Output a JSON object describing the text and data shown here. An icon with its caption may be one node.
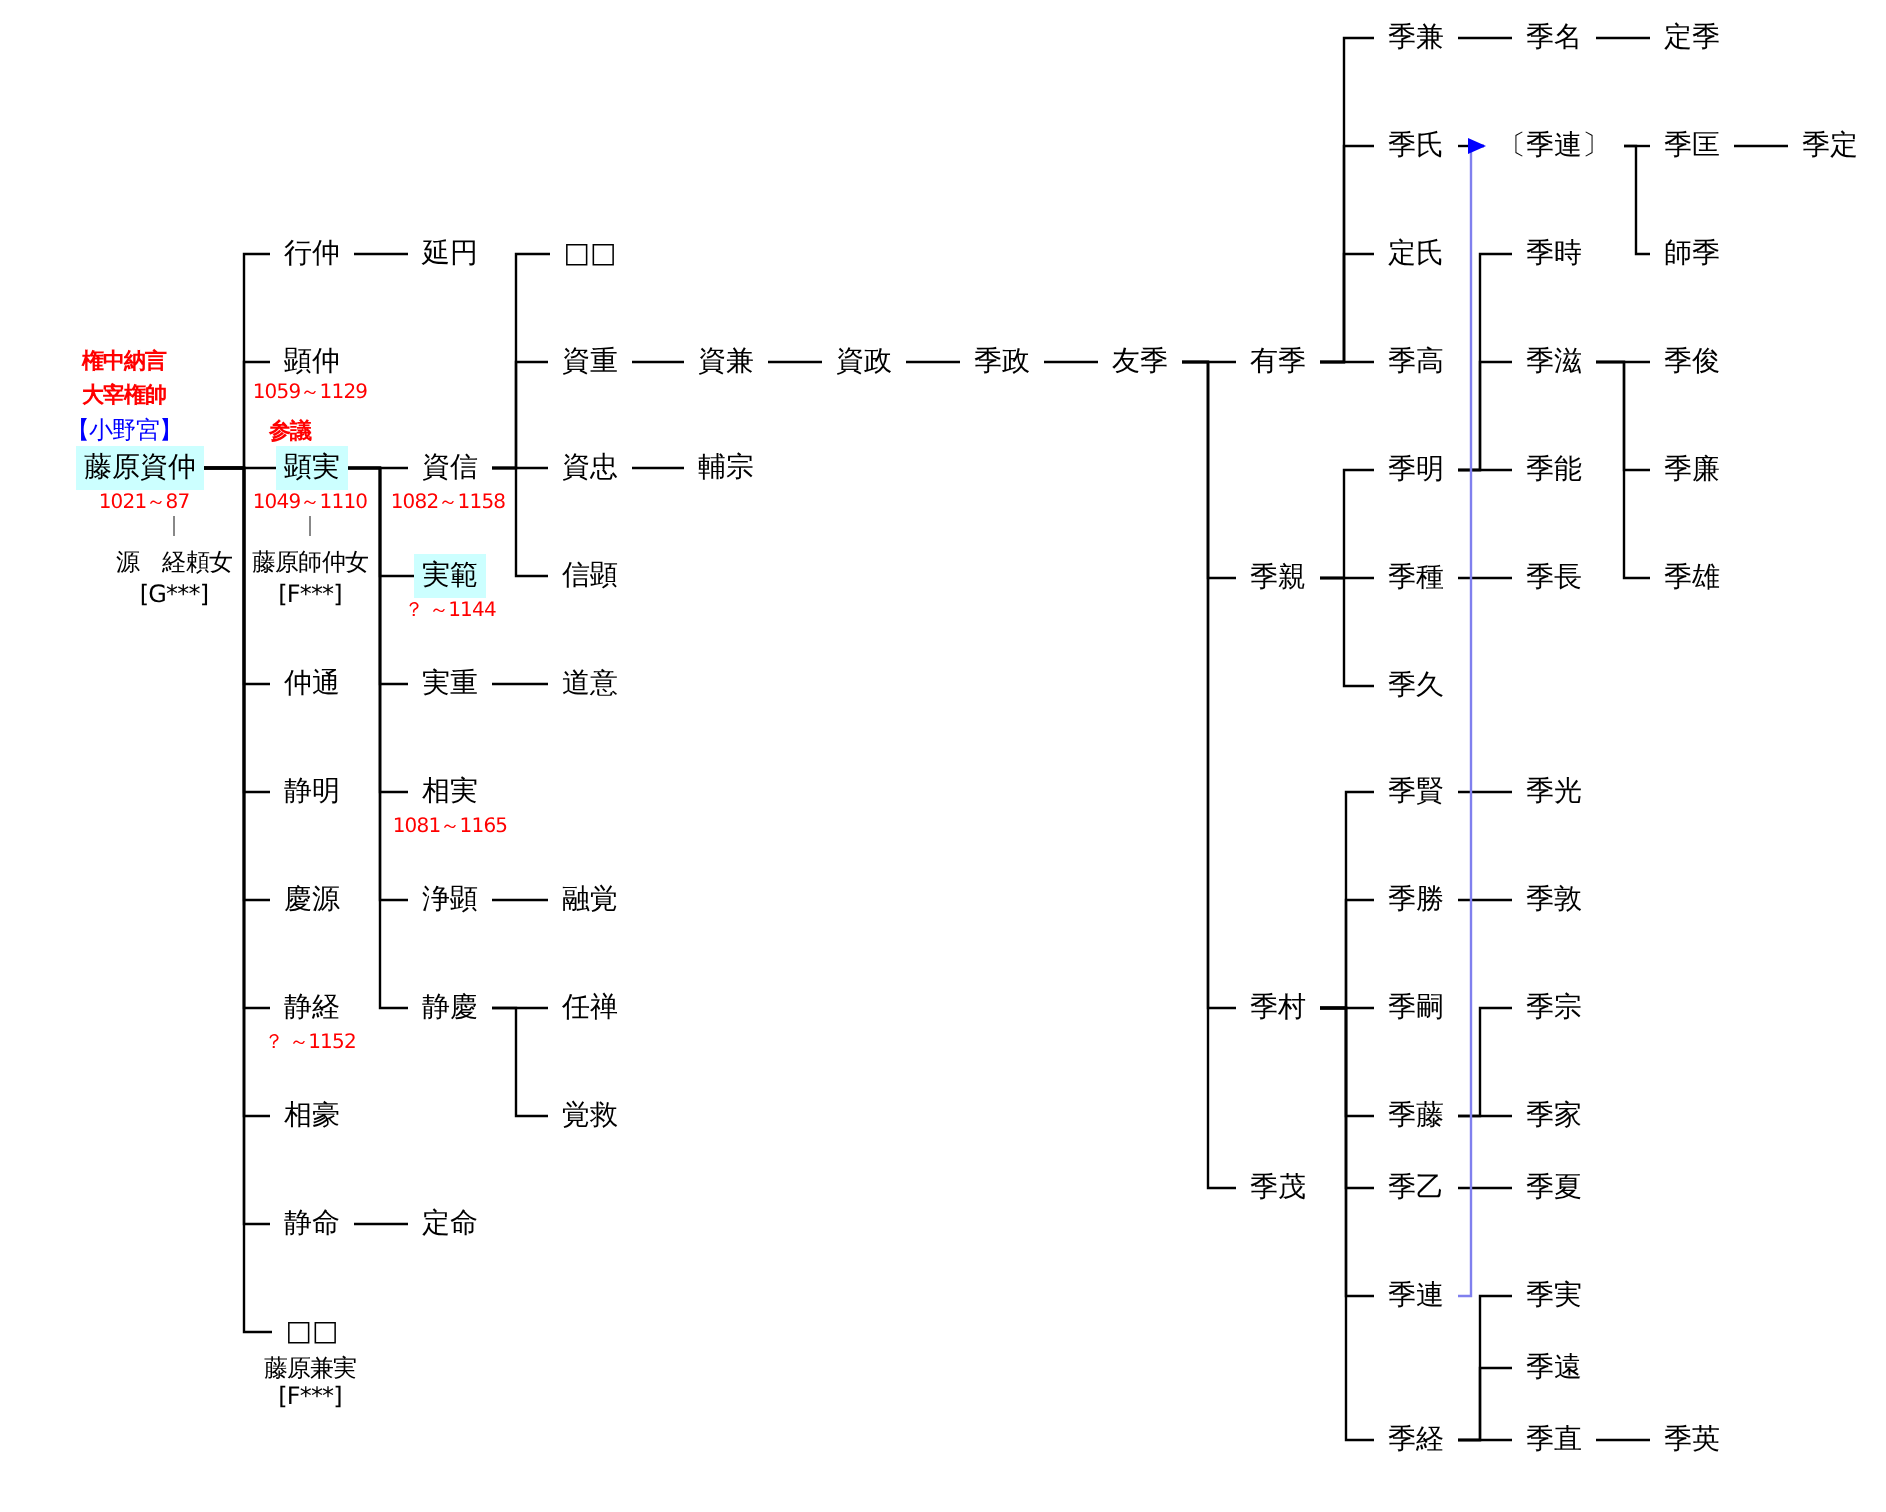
{
  "diagram": {
    "nodes": [
      {
        "text": [
          "藤原資仲"
        ],
        "beside": [
          "権中納言",
          "大宰権帥",
          "【小野宮】",
          "1021～87",
          "源　経頼女",
          "[G***]"
        ]
      },
      {
        "text": [
          "行仲"
        ]
      },
      {
        "text": [
          "延円"
        ]
      },
      {
        "text": [
          "顕仲"
        ],
        "beside": [
          "1059～1129"
        ]
      },
      {
        "text": [
          "顕実"
        ],
        "beside": [
          "参議",
          "1049～1110",
          "藤原師仲女",
          "[F***]"
        ]
      },
      {
        "text": [
          "資信"
        ],
        "beside": [
          "1082～1158"
        ]
      },
      {
        "text": [
          "□□"
        ]
      },
      {
        "text": [
          "資重"
        ]
      },
      {
        "text": [
          "資兼"
        ]
      },
      {
        "text": [
          "資政"
        ]
      },
      {
        "text": [
          "季政"
        ]
      },
      {
        "text": [
          "友季"
        ]
      },
      {
        "text": [
          "有季"
        ]
      },
      {
        "text": [
          "季兼"
        ]
      },
      {
        "text": [
          "季名"
        ]
      },
      {
        "text": [
          "定季"
        ]
      },
      {
        "text": [
          "季氏"
        ]
      },
      {
        "text": [
          "〔季連〕"
        ]
      },
      {
        "text": [
          "季匡"
        ]
      },
      {
        "text": [
          "季定"
        ]
      },
      {
        "text": [
          "師季"
        ]
      },
      {
        "text": [
          "定氏"
        ]
      },
      {
        "text": [
          "季高"
        ]
      },
      {
        "text": [
          "季時"
        ]
      },
      {
        "text": [
          "季滋"
        ]
      },
      {
        "text": [
          "季俊"
        ]
      },
      {
        "text": [
          "季廉"
        ]
      },
      {
        "text": [
          "季雄"
        ]
      },
      {
        "text": [
          "季能"
        ]
      },
      {
        "text": [
          "資忠"
        ]
      },
      {
        "text": [
          "輔宗"
        ]
      },
      {
        "text": [
          "信顕"
        ]
      },
      {
        "text": [
          "実範"
        ],
        "beside": [
          "？ ～1144"
        ]
      },
      {
        "text": [
          "季親"
        ]
      },
      {
        "text": [
          "季明"
        ]
      },
      {
        "text": [
          "季種"
        ]
      },
      {
        "text": [
          "季長"
        ]
      },
      {
        "text": [
          "季久"
        ]
      },
      {
        "text": [
          "仲通"
        ]
      },
      {
        "text": [
          "実重"
        ]
      },
      {
        "text": [
          "道意"
        ]
      },
      {
        "text": [
          "静明"
        ]
      },
      {
        "text": [
          "相実"
        ],
        "beside": [
          "1081～1165"
        ]
      },
      {
        "text": [
          "慶源"
        ]
      },
      {
        "text": [
          "浄顕"
        ]
      },
      {
        "text": [
          "融覚"
        ]
      },
      {
        "text": [
          "静経"
        ],
        "beside": [
          "？ ～1152"
        ]
      },
      {
        "text": [
          "静慶"
        ]
      },
      {
        "text": [
          "任禅"
        ]
      },
      {
        "text": [
          "覚救"
        ]
      },
      {
        "text": [
          "相豪"
        ]
      },
      {
        "text": [
          "静命"
        ]
      },
      {
        "text": [
          "定命"
        ]
      },
      {
        "text": [
          "□□"
        ],
        "beside": [
          "藤原兼実",
          "[F***]"
        ]
      },
      {
        "text": [
          "季村"
        ]
      },
      {
        "text": [
          "季賢"
        ]
      },
      {
        "text": [
          "季光"
        ]
      },
      {
        "text": [
          "季勝"
        ]
      },
      {
        "text": [
          "季敦"
        ]
      },
      {
        "text": [
          "季嗣"
        ]
      },
      {
        "text": [
          "季宗"
        ]
      },
      {
        "text": [
          "季藤"
        ]
      },
      {
        "text": [
          "季家"
        ]
      },
      {
        "text": [
          "季茂"
        ]
      },
      {
        "text": [
          "季乙"
        ]
      },
      {
        "text": [
          "季夏"
        ]
      },
      {
        "text": [
          "季連"
        ]
      },
      {
        "text": [
          "季実"
        ]
      },
      {
        "text": [
          "季遠"
        ]
      },
      {
        "text": [
          "季経"
        ]
      },
      {
        "text": [
          "季直"
        ]
      },
      {
        "text": [
          "季英"
        ]
      }
    ],
    "edges": [
      {
        "from": 0,
        "to": 1,
        "arrow": "none"
      },
      {
        "from": 0,
        "to": 3,
        "arrow": "none"
      },
      {
        "from": 0,
        "to": 4,
        "arrow": "none"
      },
      {
        "from": 0,
        "to": 38,
        "arrow": "none"
      },
      {
        "from": 0,
        "to": 41,
        "arrow": "none"
      },
      {
        "from": 0,
        "to": 43,
        "arrow": "none"
      },
      {
        "from": 0,
        "to": 46,
        "arrow": "none"
      },
      {
        "from": 0,
        "to": 50,
        "arrow": "none"
      },
      {
        "from": 0,
        "to": 51,
        "arrow": "none"
      },
      {
        "from": 0,
        "to": 53,
        "arrow": "none"
      },
      {
        "from": 1,
        "to": 2,
        "arrow": "none"
      },
      {
        "from": 4,
        "to": 5,
        "arrow": "none"
      },
      {
        "from": 4,
        "to": 32,
        "arrow": "none"
      },
      {
        "from": 4,
        "to": 39,
        "arrow": "none"
      },
      {
        "from": 4,
        "to": 42,
        "arrow": "none"
      },
      {
        "from": 4,
        "to": 44,
        "arrow": "none"
      },
      {
        "from": 4,
        "to": 47,
        "arrow": "none"
      },
      {
        "from": 5,
        "to": 6,
        "arrow": "none"
      },
      {
        "from": 5,
        "to": 7,
        "arrow": "none"
      },
      {
        "from": 5,
        "to": 29,
        "arrow": "none"
      },
      {
        "from": 5,
        "to": 31,
        "arrow": "none"
      },
      {
        "from": 7,
        "to": 8,
        "arrow": "none"
      },
      {
        "from": 8,
        "to": 9,
        "arrow": "none"
      },
      {
        "from": 9,
        "to": 10,
        "arrow": "none"
      },
      {
        "from": 10,
        "to": 11,
        "arrow": "none"
      },
      {
        "from": 11,
        "to": 12,
        "arrow": "none"
      },
      {
        "from": 11,
        "to": 33,
        "arrow": "none"
      },
      {
        "from": 11,
        "to": 54,
        "arrow": "none"
      },
      {
        "from": 11,
        "to": 63,
        "arrow": "none"
      },
      {
        "from": 12,
        "to": 13,
        "arrow": "none"
      },
      {
        "from": 12,
        "to": 16,
        "arrow": "none"
      },
      {
        "from": 12,
        "to": 21,
        "arrow": "none"
      },
      {
        "from": 12,
        "to": 22,
        "arrow": "none"
      },
      {
        "from": 13,
        "to": 14,
        "arrow": "none"
      },
      {
        "from": 14,
        "to": 15,
        "arrow": "none"
      },
      {
        "from": 16,
        "to": 17,
        "arrow": "none"
      },
      {
        "from": 17,
        "to": 18,
        "arrow": "none"
      },
      {
        "from": 17,
        "to": 20,
        "arrow": "none"
      },
      {
        "from": 18,
        "to": 19,
        "arrow": "none"
      },
      {
        "from": 33,
        "to": 34,
        "arrow": "none"
      },
      {
        "from": 33,
        "to": 35,
        "arrow": "none"
      },
      {
        "from": 33,
        "to": 37,
        "arrow": "none"
      },
      {
        "from": 34,
        "to": 23,
        "arrow": "none"
      },
      {
        "from": 34,
        "to": 24,
        "arrow": "none"
      },
      {
        "from": 34,
        "to": 28,
        "arrow": "none"
      },
      {
        "from": 24,
        "to": 25,
        "arrow": "none"
      },
      {
        "from": 24,
        "to": 26,
        "arrow": "none"
      },
      {
        "from": 24,
        "to": 27,
        "arrow": "none"
      },
      {
        "from": 35,
        "to": 36,
        "arrow": "none"
      },
      {
        "from": 29,
        "to": 30,
        "arrow": "none"
      },
      {
        "from": 39,
        "to": 40,
        "arrow": "none"
      },
      {
        "from": 44,
        "to": 45,
        "arrow": "none"
      },
      {
        "from": 47,
        "to": 48,
        "arrow": "none"
      },
      {
        "from": 47,
        "to": 49,
        "arrow": "none"
      },
      {
        "from": 51,
        "to": 52,
        "arrow": "none"
      },
      {
        "from": 54,
        "to": 55,
        "arrow": "none"
      },
      {
        "from": 54,
        "to": 57,
        "arrow": "none"
      },
      {
        "from": 54,
        "to": 59,
        "arrow": "none"
      },
      {
        "from": 54,
        "to": 61,
        "arrow": "none"
      },
      {
        "from": 54,
        "to": 64,
        "arrow": "none"
      },
      {
        "from": 54,
        "to": 66,
        "arrow": "none"
      },
      {
        "from": 54,
        "to": 69,
        "arrow": "none"
      },
      {
        "from": 55,
        "to": 56,
        "arrow": "none"
      },
      {
        "from": 57,
        "to": 58,
        "arrow": "none"
      },
      {
        "from": 61,
        "to": 60,
        "arrow": "none"
      },
      {
        "from": 61,
        "to": 62,
        "arrow": "none"
      },
      {
        "from": 64,
        "to": 65,
        "arrow": "none"
      },
      {
        "from": 69,
        "to": 67,
        "arrow": "none"
      },
      {
        "from": 69,
        "to": 68,
        "arrow": "none"
      },
      {
        "from": 69,
        "to": 70,
        "arrow": "none"
      },
      {
        "from": 70,
        "to": 71,
        "arrow": "none"
      },
      {
        "from": 66,
        "to": 17,
        "arrow": "to",
        "color": "#8080ee"
      }
    ]
  }
}
